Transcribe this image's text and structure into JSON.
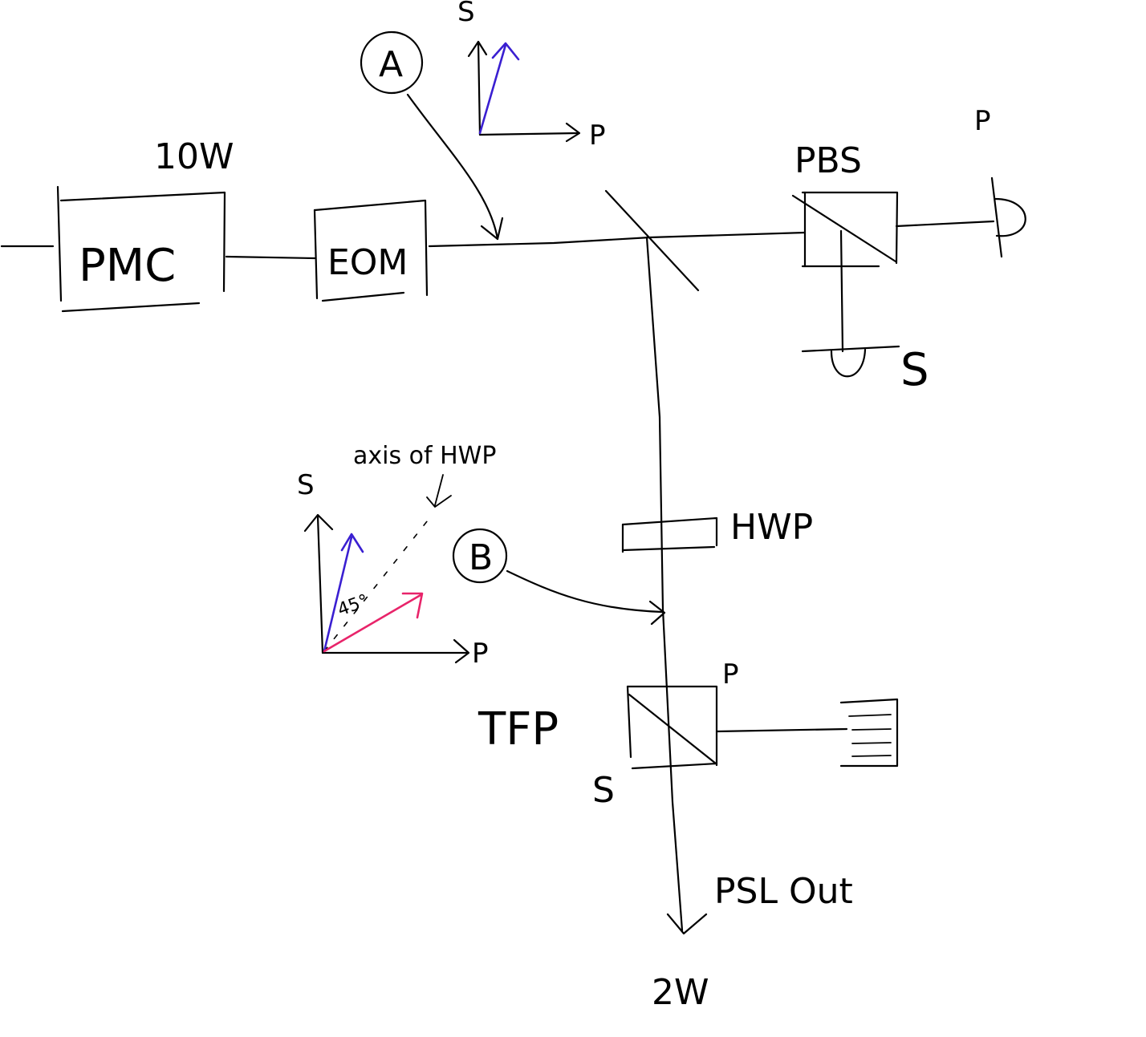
{
  "labels": {
    "pmc": "PMC",
    "eom": "EOM",
    "power_in": "10W",
    "pbs": "PBS",
    "pbs_p": "P",
    "pbs_s": "S",
    "point_a": "A",
    "point_b": "B",
    "axis_a_s": "S",
    "axis_a_p": "P",
    "hwp": "HWP",
    "axis_of_hwp": "axis of HWP",
    "axis_b_s": "S",
    "axis_b_p": "P",
    "angle_mark": "45°",
    "tfp": "TFP",
    "tfp_p": "P",
    "tfp_s": "S",
    "psl_out": "PSL Out",
    "power_out": "2W"
  },
  "colors": {
    "ink": "#000000",
    "input_polarization": "#3a1fd1",
    "rotated_polarization": "#e8246a"
  }
}
